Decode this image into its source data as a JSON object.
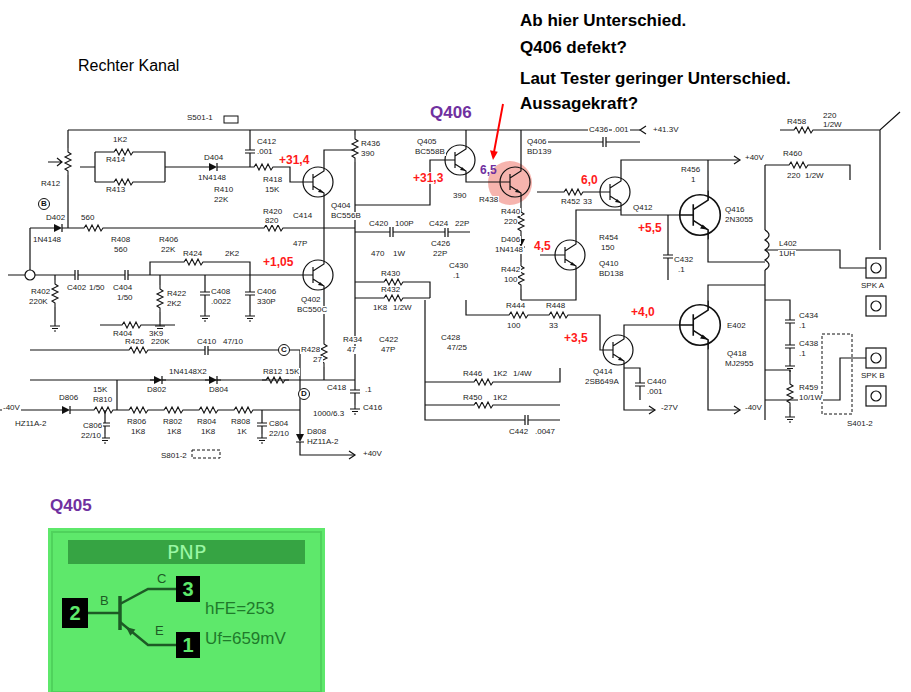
{
  "diagram": {
    "title": "Rechter Kanal",
    "nodes": [
      {
        "text": [
          "Q405",
          "C",
          "B",
          "E",
          "hFE=253",
          "Uf=659mV"
        ]
      },
      {
        "text": [
          "PNP"
        ],
        "in": 0
      },
      {
        "text": [
          "3"
        ],
        "in": 0
      },
      {
        "text": [
          "2"
        ],
        "in": 0
      },
      {
        "text": [
          "1"
        ],
        "in": 0
      },
      {
        "text": [
          "B"
        ]
      },
      {
        "text": [
          "C"
        ]
      },
      {
        "text": [
          "D"
        ]
      }
    ],
    "labels": [
      "Ab hier Unterschied.",
      "Q406 defekt?",
      "Laut Tester geringer Unterschied.",
      "Aussagekraft?",
      "Q406",
      "S501-1",
      "+41.3V",
      "R458",
      "220",
      "1/2W",
      "1K2",
      "R414",
      "R413",
      "R412",
      "D404",
      "1N4148",
      "R410",
      "22K",
      "R418",
      "15K",
      "C412",
      ".001",
      "+31,4",
      "R420",
      "820",
      "R436",
      "390",
      "Q404",
      "BC556B",
      "C414",
      "47P",
      "D402",
      "560",
      "1N4148",
      "R408",
      "560",
      "R406",
      "22K",
      "R424",
      "2K2",
      "+1,05",
      "R402",
      "220K",
      "C402",
      "1/50",
      "C404",
      "1/50",
      "R422",
      "2K2",
      "C408",
      ".0022",
      "C406",
      "330P",
      "R404",
      "3K9",
      "Q402",
      "BC550C",
      "R428",
      "27",
      "R434",
      "47",
      "C422",
      "47P",
      "C420",
      "100P",
      "C424",
      "22P",
      "470",
      "1W",
      "C426",
      "22P",
      "R430",
      "R432",
      "1K8",
      "1/2W",
      "C428",
      "47/25",
      "C430",
      ".1",
      "C418",
      ".1",
      "1000/6.3",
      "C416",
      "+31,3",
      "Q405",
      "BC558B",
      "Q406",
      "BD139",
      "6,5",
      "R438",
      "390",
      "R440",
      "220",
      "D406",
      "1N4148",
      "R442",
      "100",
      "C436",
      ".001",
      "6,0",
      "+40V",
      "R456",
      "1",
      "R452",
      "33",
      "Q412",
      "4,5",
      "+5,5",
      "R454",
      "150",
      "Q410",
      "BD138",
      "C432",
      ".1",
      "Q416",
      "2N3055",
      "R460",
      "220",
      "1/2W",
      "L402",
      "1UH",
      "R444",
      "R448",
      "100",
      "33",
      "+4,0",
      "+3,5",
      "Q414",
      "2SB649A",
      "E402",
      "Q418",
      "MJ2955",
      "C434",
      ".1",
      "C438",
      ".1",
      "R459",
      "10/1W",
      "SPK A",
      "SPK B",
      "S401-2",
      "R446",
      "1K2",
      "1/4W",
      "R450",
      "1K2",
      "C440",
      ".001",
      "C442",
      ".0047",
      "-27V",
      "-40V",
      "-40V",
      "D806",
      "HZ11A-2",
      "R810",
      "15K",
      "C806",
      "22/10",
      "R806",
      "1K8",
      "R802",
      "1K8",
      "R804",
      "1K8",
      "R808",
      "1K",
      "C804",
      "22/10",
      "D808",
      "HZ11A-2",
      "+40V",
      "R812",
      "15K",
      "D802",
      "1N4148X2",
      "D804",
      "R426",
      "220K",
      "C410",
      "47/10",
      "S801-2"
    ]
  }
}
